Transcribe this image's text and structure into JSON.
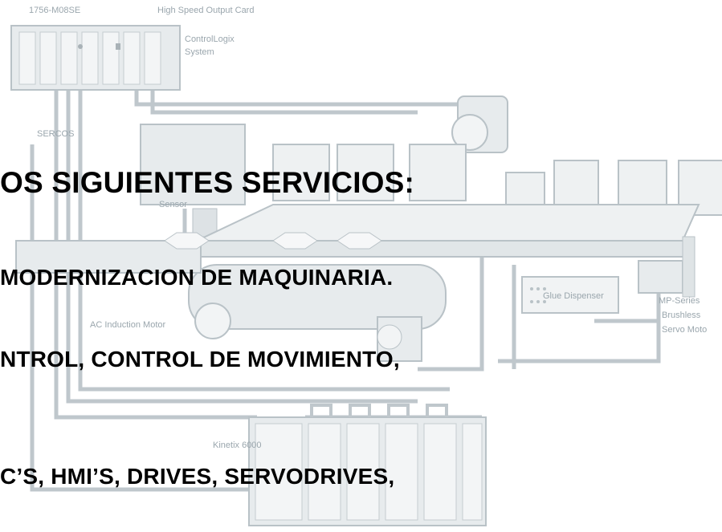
{
  "colors": {
    "background": "#ffffff",
    "diagram_stroke": "#b9c2c7",
    "diagram_fill": "#e7ebed",
    "label": "#9aa6ad",
    "text": "#000000"
  },
  "diagram": {
    "top_label_left": "1756-M08SE",
    "top_label_right": "High Speed Output Card",
    "controller_label_1": "ControlLogix",
    "controller_label_2": "System",
    "network_label": "SERCOS",
    "sensor_label": "Sensor",
    "ac_motor_label": "AC Induction Motor",
    "glue_label": "Glue Dispenser",
    "servo_label_1": "MP-Series",
    "servo_label_2": "Brushless",
    "servo_label_3": "Servo Moto",
    "drive_label": "Kinetix 6000"
  },
  "text": {
    "title": "OS SIGUIENTES SERVICIOS:",
    "line1": "MODERNIZACION DE MAQUINARIA.",
    "line2": "NTROL, CONTROL DE MOVIMIENTO,",
    "line3": "C’S, HMI’S, DRIVES, SERVODRIVES,"
  }
}
